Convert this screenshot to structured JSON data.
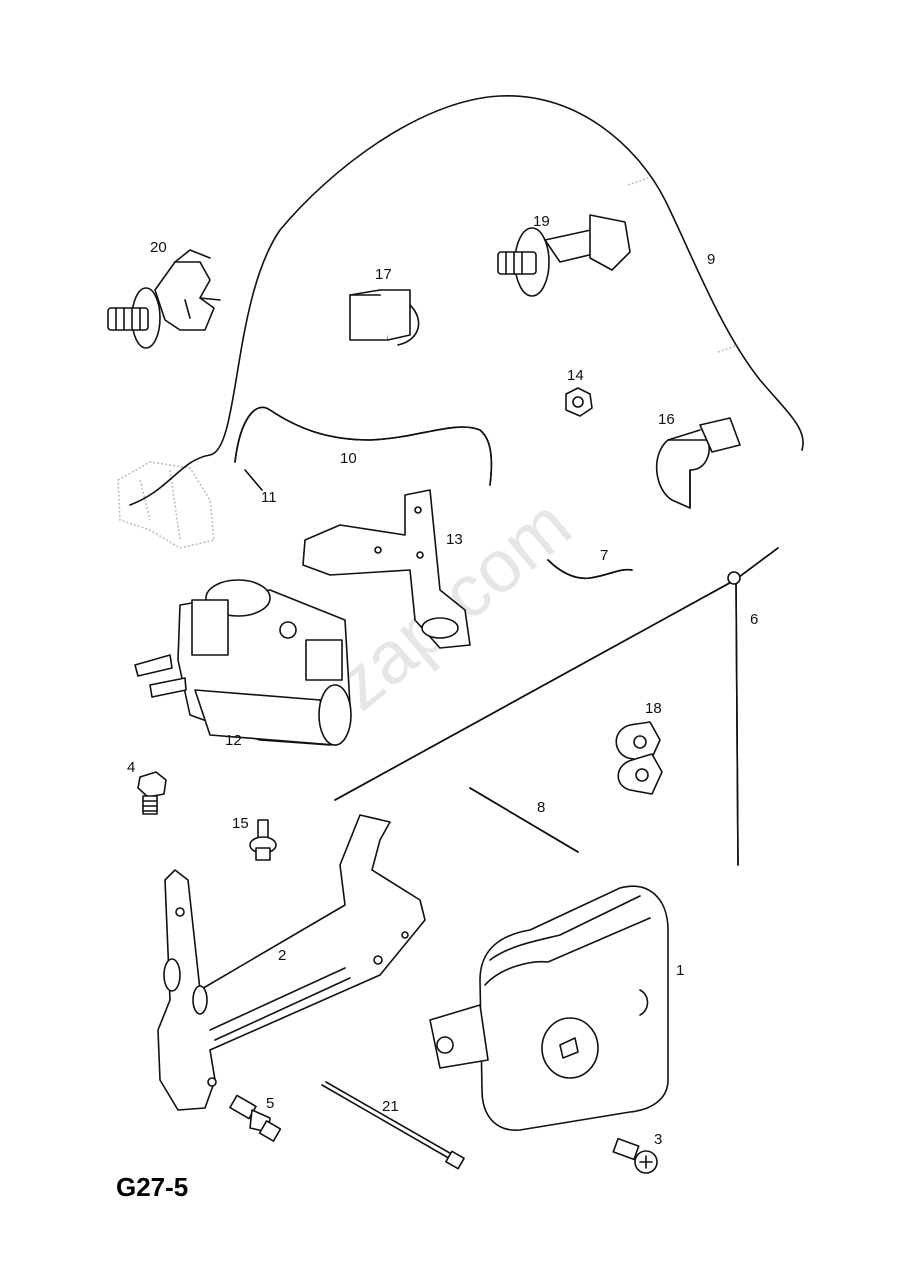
{
  "diagram": {
    "code": "G27-5",
    "watermark": "7zap.com",
    "callouts": [
      "1",
      "2",
      "3",
      "4",
      "5",
      "6",
      "7",
      "8",
      "9",
      "10",
      "11",
      "12",
      "13",
      "14",
      "15",
      "16",
      "17",
      "18",
      "19",
      "20",
      "21"
    ]
  }
}
